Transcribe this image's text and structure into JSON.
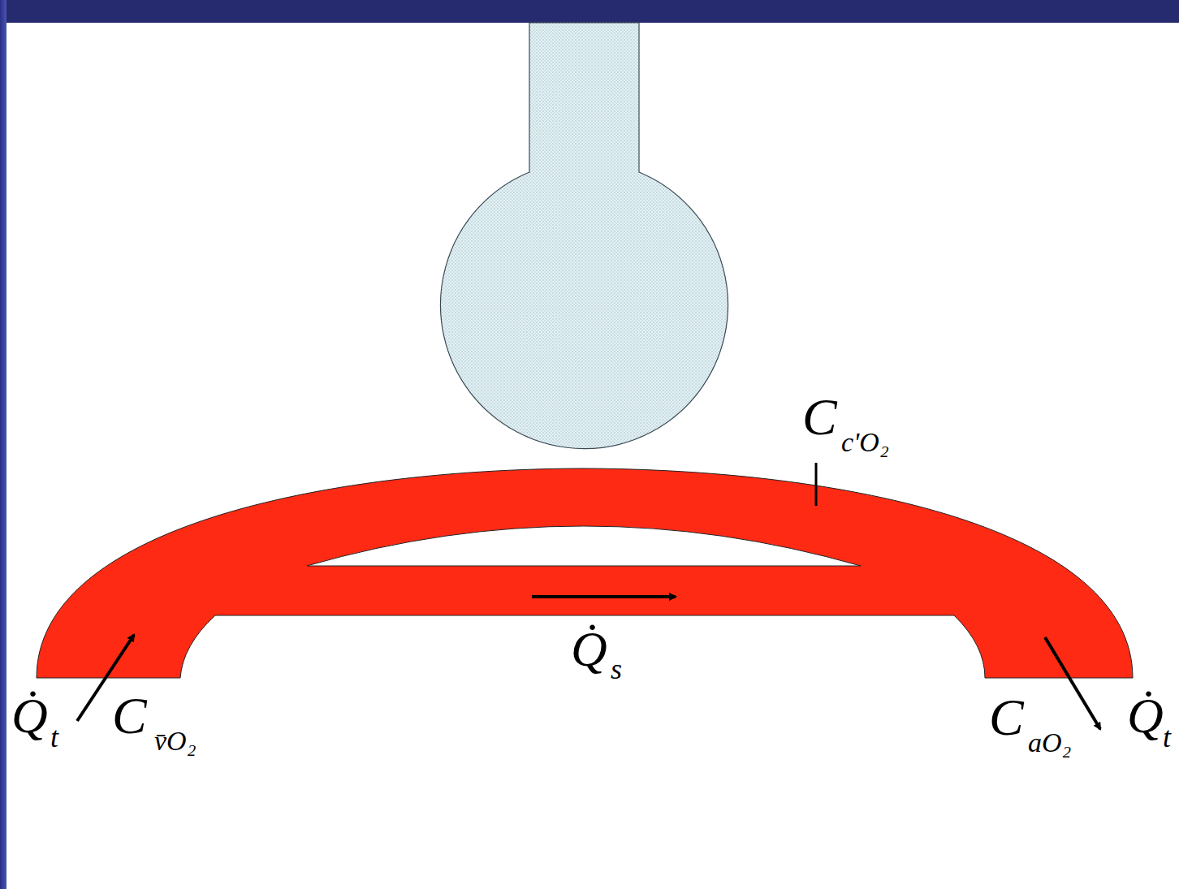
{
  "diagram": {
    "labels": [
      "C",
      "c'O₂",
      "Q̇",
      "s",
      "Q̇",
      "t",
      "C",
      "v̄O₂",
      "C",
      "aO₂",
      "Q̇",
      "t"
    ]
  }
}
